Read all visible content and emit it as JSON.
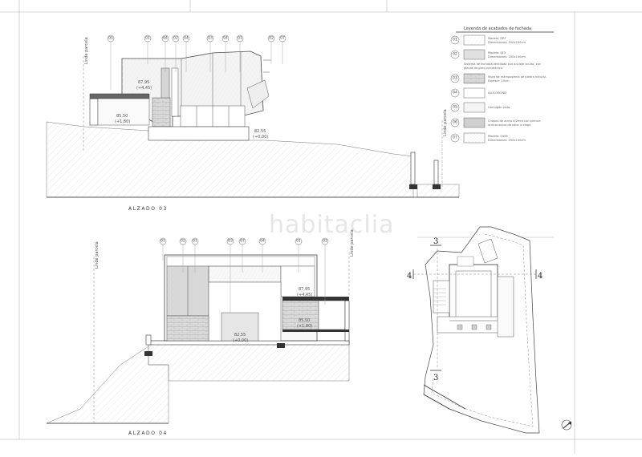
{
  "sheet": {
    "watermark": "habitaclia"
  },
  "legend": {
    "title": "Leyenda de acabados de fachada",
    "items": [
      {
        "code": "01",
        "lines": [
          "Modelo: RP7",
          "Dimensiones: 200x100cm"
        ],
        "swatch": "light-pattern"
      },
      {
        "code": "02",
        "lines": [
          "Modelo: SE3",
          "Dimensiones: 200x100cm"
        ],
        "swatch": "grey-pattern"
      },
      {
        "code": "",
        "lines": [
          "Sistema de fachada ventilada con anclaje oculto, con",
          "placas de gres porcelánico."
        ],
        "swatch": "none"
      },
      {
        "code": "03",
        "lines": [
          "Muro de mampostería de piedra natural.",
          "Espesor: 15cm"
        ],
        "swatch": "stone"
      },
      {
        "code": "04",
        "lines": [
          "ALUCOBOND"
        ],
        "swatch": "white"
      },
      {
        "code": "05",
        "lines": [
          "Hormigón visto."
        ],
        "swatch": "concrete"
      },
      {
        "code": "06",
        "lines": [
          "Chapas de acero e/2mm con pintura",
          "anticorrosiva de color a elegir."
        ],
        "swatch": "steel"
      },
      {
        "code": "07",
        "lines": [
          "Modelo: SAS6",
          "Dimensiones: 200x100cm"
        ],
        "swatch": "dots"
      }
    ]
  },
  "elevation_03": {
    "title": "ALZADO 03",
    "tags": [
      "05",
      "01",
      "04",
      "02",
      "04",
      "03",
      "04",
      "01",
      "02",
      "07"
    ],
    "side_label_left": "Linde parcela",
    "side_label_right": "Linde parcela",
    "levels": [
      {
        "value": "87,95",
        "relative": "(+4,45)"
      },
      {
        "value": "85,50",
        "relative": "(+1,80)"
      },
      {
        "value": "82,55",
        "relative": "(+0,00)"
      }
    ]
  },
  "elevation_04": {
    "title": "ALZADO 04",
    "tags": [
      "01",
      "02",
      "01",
      "03",
      "07",
      "04",
      "01",
      "02"
    ],
    "side_label_left": "Linde parcela",
    "side_label_right": "Linde parcela",
    "levels": [
      {
        "value": "87,95",
        "relative": "(+4,45)"
      },
      {
        "value": "85,50",
        "relative": "(+1,80)"
      },
      {
        "value": "82,55",
        "relative": "(+0,00)"
      }
    ]
  },
  "site_plan": {
    "section_marks": [
      "3",
      "4",
      "4",
      "3"
    ]
  }
}
